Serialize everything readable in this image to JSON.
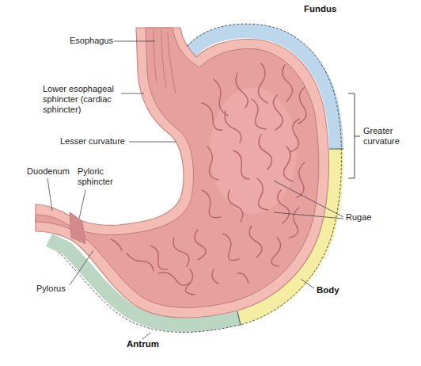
{
  "diagram": {
    "labels": [
      "Esophagus",
      "Fundus",
      "Lower esophageal sphincter (cardiac sphincter)",
      "Lesser curvature",
      "Greater curvature",
      "Duodenum",
      "Pyloric sphincter",
      "Rugae",
      "Pylorus",
      "Body",
      "Antrum"
    ]
  }
}
